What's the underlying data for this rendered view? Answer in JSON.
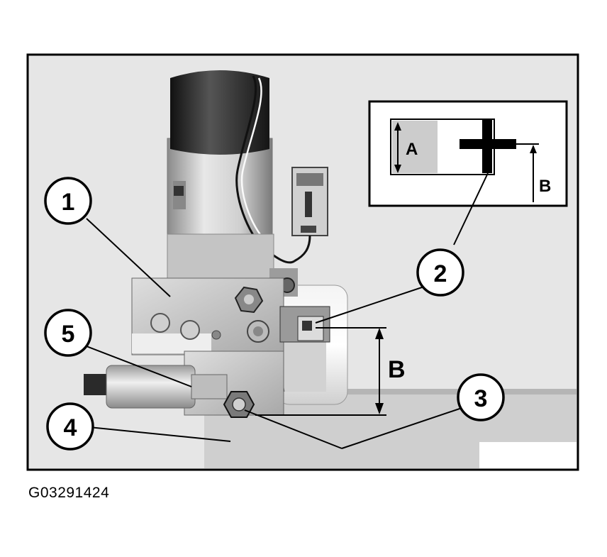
{
  "figure_id": "G03291424",
  "callouts": [
    "1",
    "2",
    "3",
    "4",
    "5"
  ],
  "dimension_labels": {
    "main_b": "B",
    "inset_a": "A",
    "inset_b": "B"
  },
  "colors": {
    "frame": "#000000",
    "background": "#e6e6e6",
    "metal": "#b8b8b8",
    "motor_cap": "#2a2a2a",
    "board": "#cfcfcf",
    "inset_shade": "#cccccc"
  }
}
